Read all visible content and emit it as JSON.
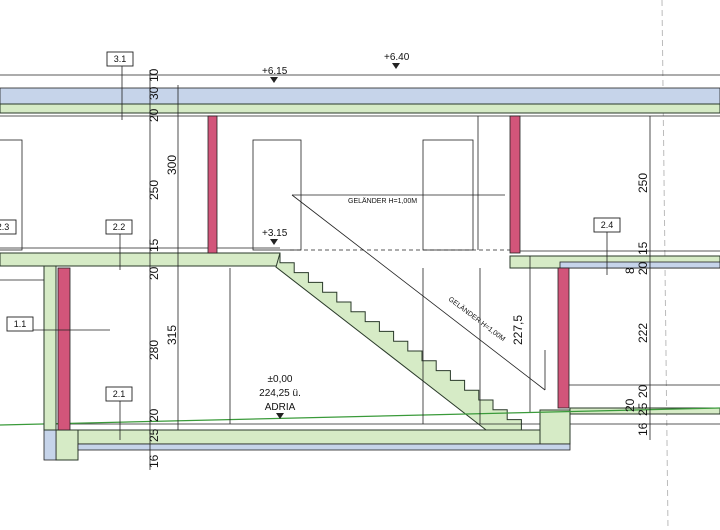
{
  "colors": {
    "concrete_fill": "#d6ebc6",
    "concrete_stroke": "#2a3a2a",
    "insulation_fill": "#c6d4ea",
    "wall_fill": "#d2557a",
    "terrain_line": "#3a9a3a",
    "line": "#222222"
  },
  "icons": {
    "level_marker": "triangle-level-marker-icon"
  },
  "section_tags": [
    "3.1",
    "2.3",
    "2.2",
    "2.4",
    "1.1",
    "2.1"
  ],
  "levels": {
    "roof_high": "+6.40",
    "roof_low": "+6.15",
    "upper_floor": "+3.15",
    "ground": "±0,00",
    "ground_abs": "224,25 ü.",
    "ground_ref": "ADRIA"
  },
  "left_dims": {
    "top_stack": [
      "30",
      "10",
      "20"
    ],
    "upper_room": "250",
    "upper_total": "300",
    "floor_1": "15",
    "floor_2": "20",
    "lower_room": "280",
    "lower_total": "315",
    "base_1": "20",
    "base_2": "25",
    "base_3": "16"
  },
  "right_dims": {
    "upper_room": "250",
    "floor_1": "15",
    "floor_2": "20",
    "floor_3": "8",
    "lower_room": "222",
    "low_1": "20",
    "low_2": "25",
    "low_3": "20",
    "low_4": "16"
  },
  "stair": {
    "rail_upper": "GELÄNDER H=1,00M",
    "rail_lower": "GELÄNDER H=1,00M",
    "height_dim": "227,5"
  }
}
